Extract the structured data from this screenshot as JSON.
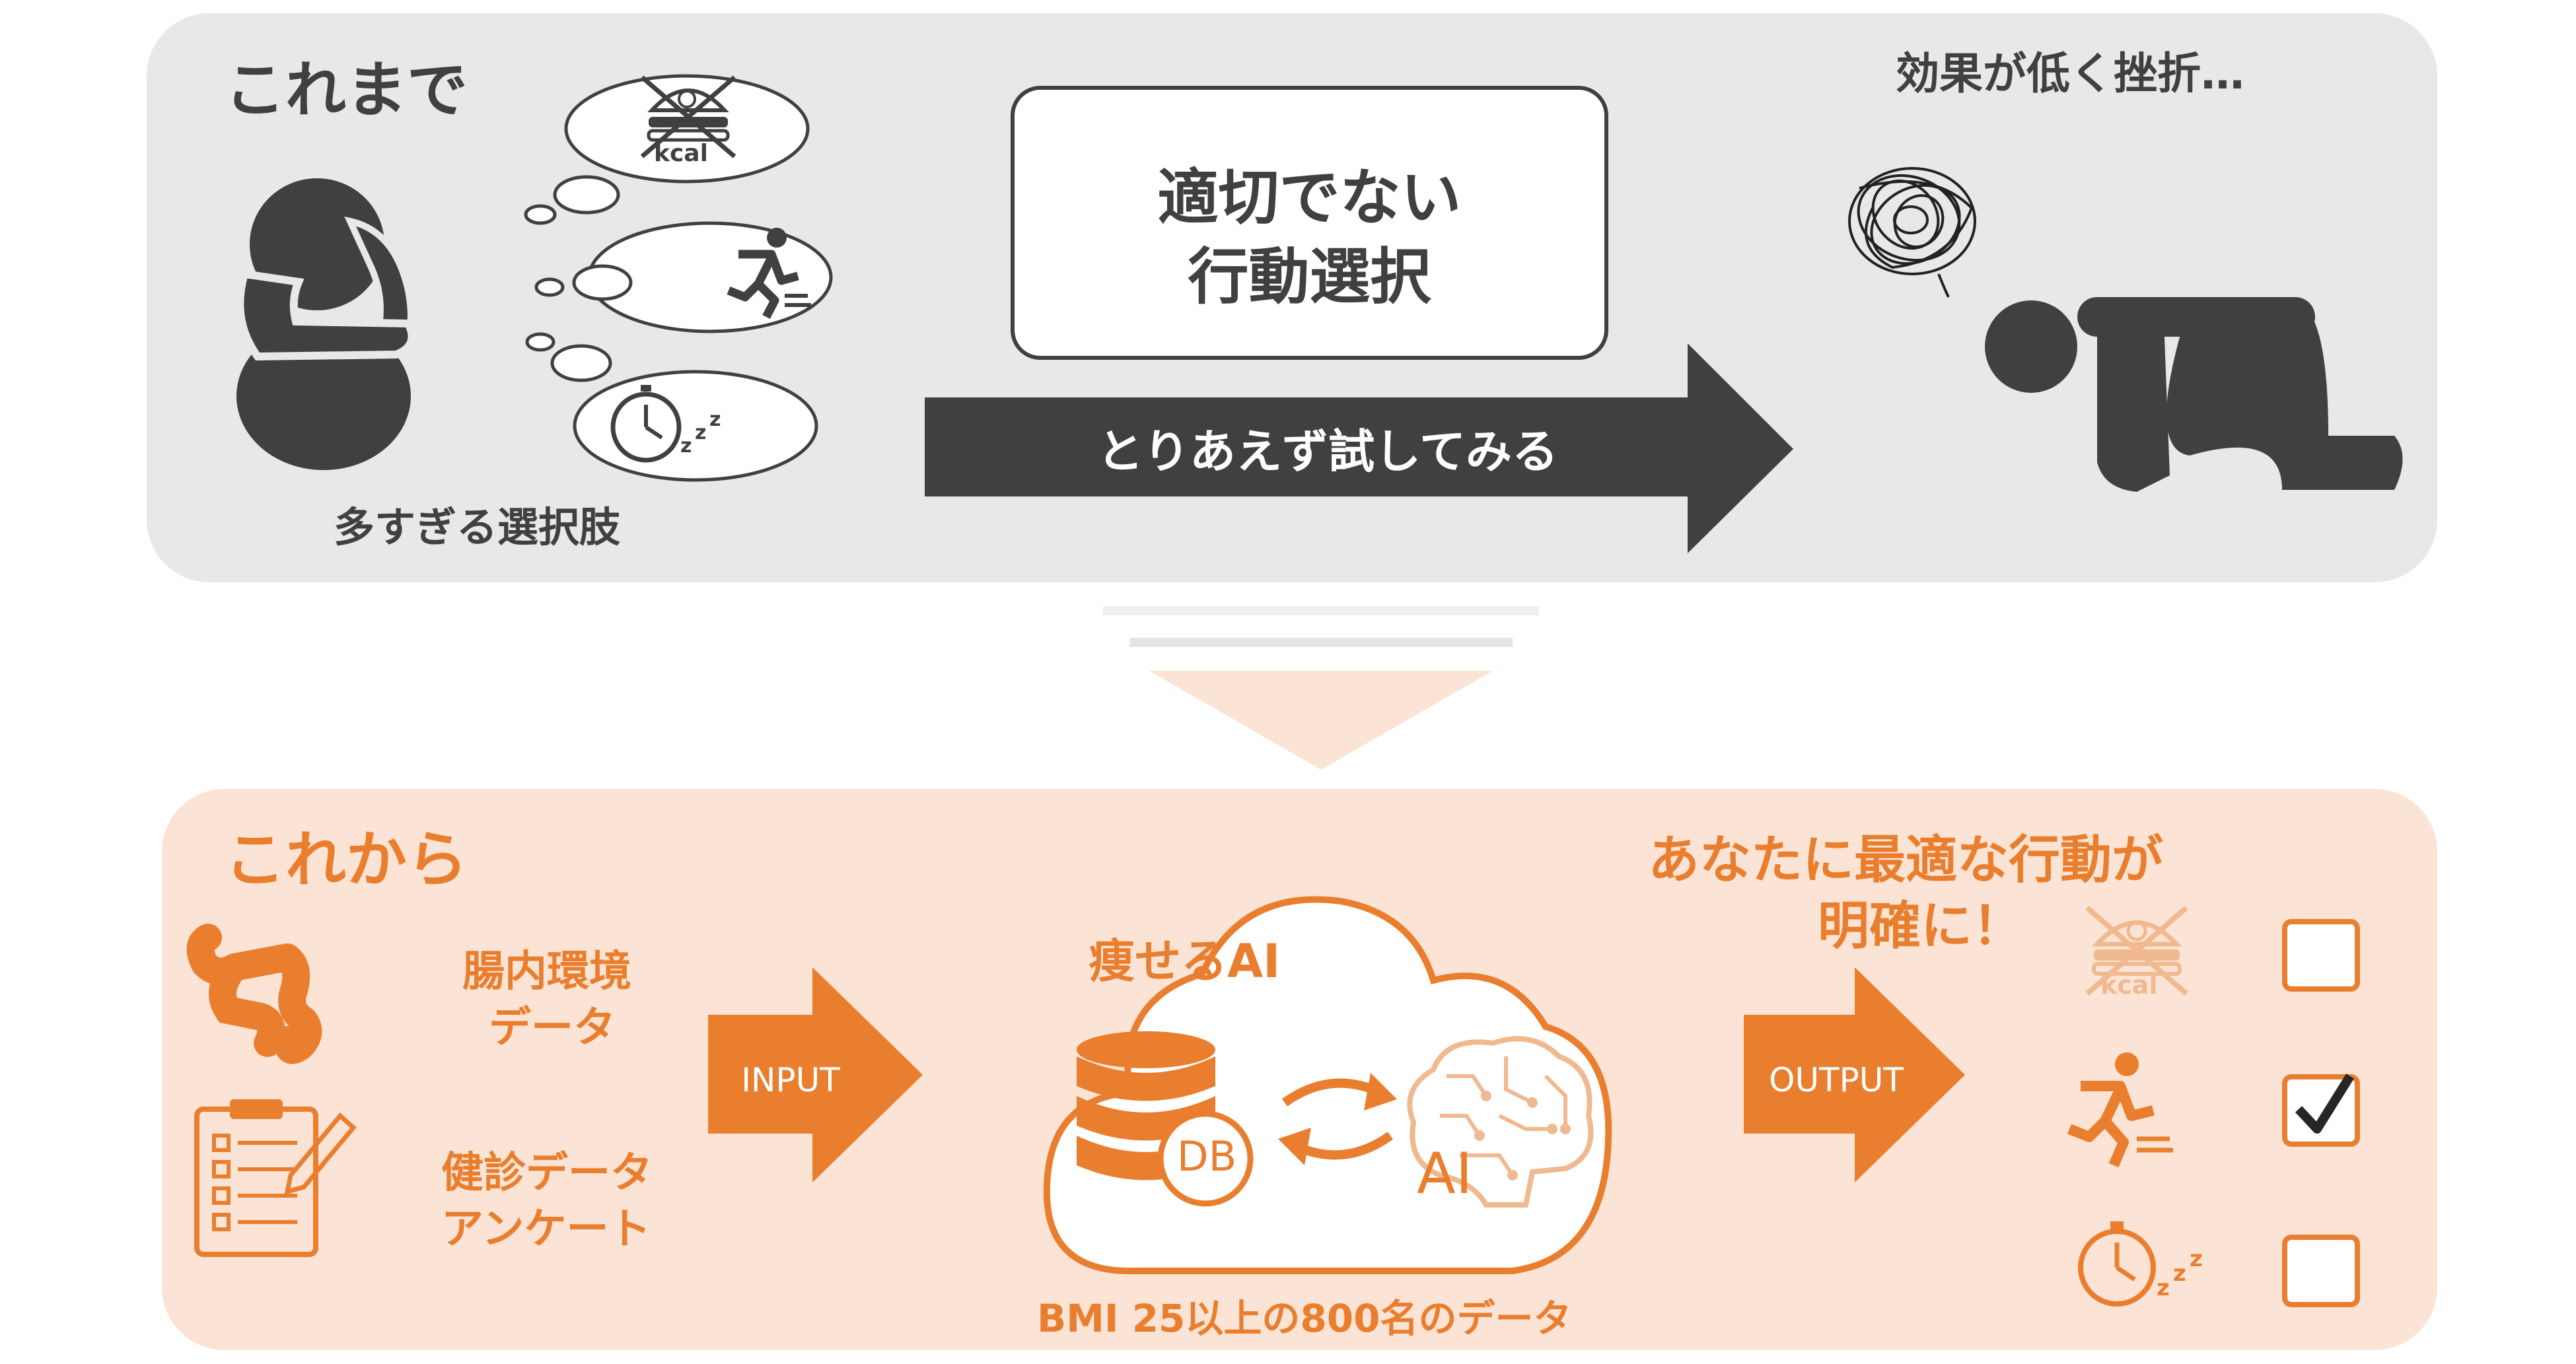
{
  "top": {
    "heading": "これまで",
    "options_label": "多すぎる選択肢",
    "box_line1": "適切でない",
    "box_line2": "行動選択",
    "arrow_label": "とりあえず試してみる",
    "result_label": "効果が低く挫折…",
    "kcal_text": "kcal"
  },
  "bottom": {
    "heading": "これから",
    "input1_line1": "腸内環境",
    "input1_line2": "データ",
    "input2_line1": "健診データ",
    "input2_line2": "アンケート",
    "input_arrow": "INPUT",
    "cloud_title": "痩せるAI",
    "db_label": "DB",
    "ai_label": "AI",
    "cloud_caption": "BMI 25以上の800名のデータ",
    "output_arrow": "OUTPUT",
    "result_line1": "あなたに最適な行動が",
    "result_line2": "明確に！",
    "kcal_text": "kcal",
    "checklist": [
      {
        "item": "diet",
        "checked": false
      },
      {
        "item": "exercise",
        "checked": true
      },
      {
        "item": "sleep",
        "checked": false
      }
    ]
  },
  "colors": {
    "top_panel": "#e8e8e8",
    "bottom_panel": "#fbe4d5",
    "dark": "#404040",
    "orange": "#ea7e2f"
  }
}
